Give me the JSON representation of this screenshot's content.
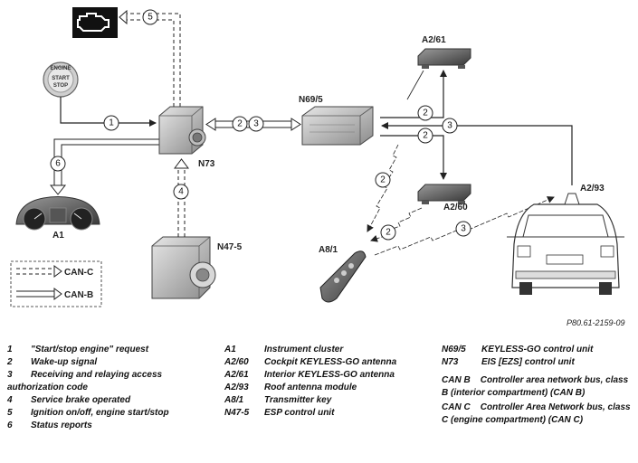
{
  "labels": {
    "n73": "N73",
    "n695": "N69/5",
    "a261": "A2/61",
    "a260": "A2/60",
    "a293": "A2/93",
    "a81": "A8/1",
    "a1": "A1",
    "n475": "N47-5",
    "canc": "CAN-C",
    "canb": "CAN-B",
    "ign_engine": "ENGINE",
    "ign_start": "START",
    "ign_stop": "STOP"
  },
  "numbers": {
    "n1": "1",
    "n2": "2",
    "n3": "3",
    "n4": "4",
    "n5": "5",
    "n6": "6"
  },
  "figure_ref": "P80.61-2159-09",
  "legend_left": [
    {
      "k": "1",
      "t": "\"Start/stop engine\" request"
    },
    {
      "k": "2",
      "t": "Wake-up signal"
    },
    {
      "k": "3",
      "t": "Receiving and relaying access"
    },
    {
      "k": "",
      "t": "authorization code"
    },
    {
      "k": "4",
      "t": "Service brake operated"
    },
    {
      "k": "5",
      "t": "Ignition on/off, engine start/stop"
    },
    {
      "k": "6",
      "t": "Status reports"
    }
  ],
  "legend_mid": [
    {
      "k": "A1",
      "t": "Instrument cluster"
    },
    {
      "k": "A2/60",
      "t": "Cockpit KEYLESS-GO antenna"
    },
    {
      "k": "A2/61",
      "t": "Interior KEYLESS-GO antenna"
    },
    {
      "k": "A2/93",
      "t": "Roof antenna module"
    },
    {
      "k": "A8/1",
      "t": "Transmitter key"
    },
    {
      "k": "N47-5",
      "t": "ESP control unit"
    }
  ],
  "legend_right": [
    {
      "k": "N69/5",
      "t": "KEYLESS-GO control unit"
    },
    {
      "k": "N73",
      "t": "EIS [EZS] control unit"
    }
  ],
  "legend_right_notes": [
    "CAN B    Controller area network bus, class B (interior compartment) (CAN B)",
    "CAN C    Controller Area Network bus, class C (engine compartment) (CAN C)"
  ]
}
